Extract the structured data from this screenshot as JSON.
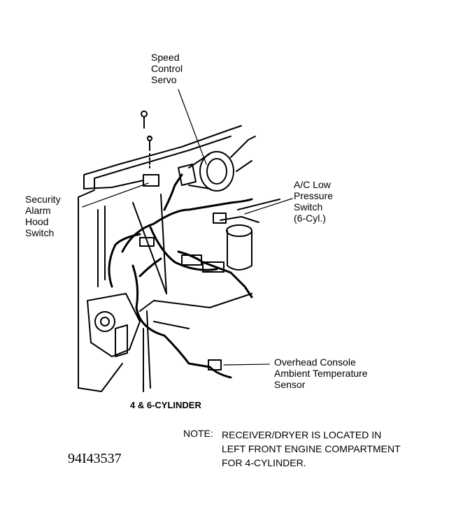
{
  "labels": {
    "speed_control_servo": "Speed\nControl\nServo",
    "security_alarm": "Security\nAlarm\nHood\nSwitch",
    "ac_low_pressure": "A/C Low\nPressure\nSwitch\n(6-Cyl.)",
    "overhead_console": "Overhead Console\nAmbient Temperature\nSensor"
  },
  "caption": "4 & 6-CYLINDER",
  "note": {
    "label": "NOTE:",
    "lines": [
      "RECEIVER/DRYER IS LOCATED IN",
      "LEFT FRONT ENGINE COMPARTMENT",
      "FOR 4-CYLINDER."
    ]
  },
  "figure_code": "94I43537"
}
